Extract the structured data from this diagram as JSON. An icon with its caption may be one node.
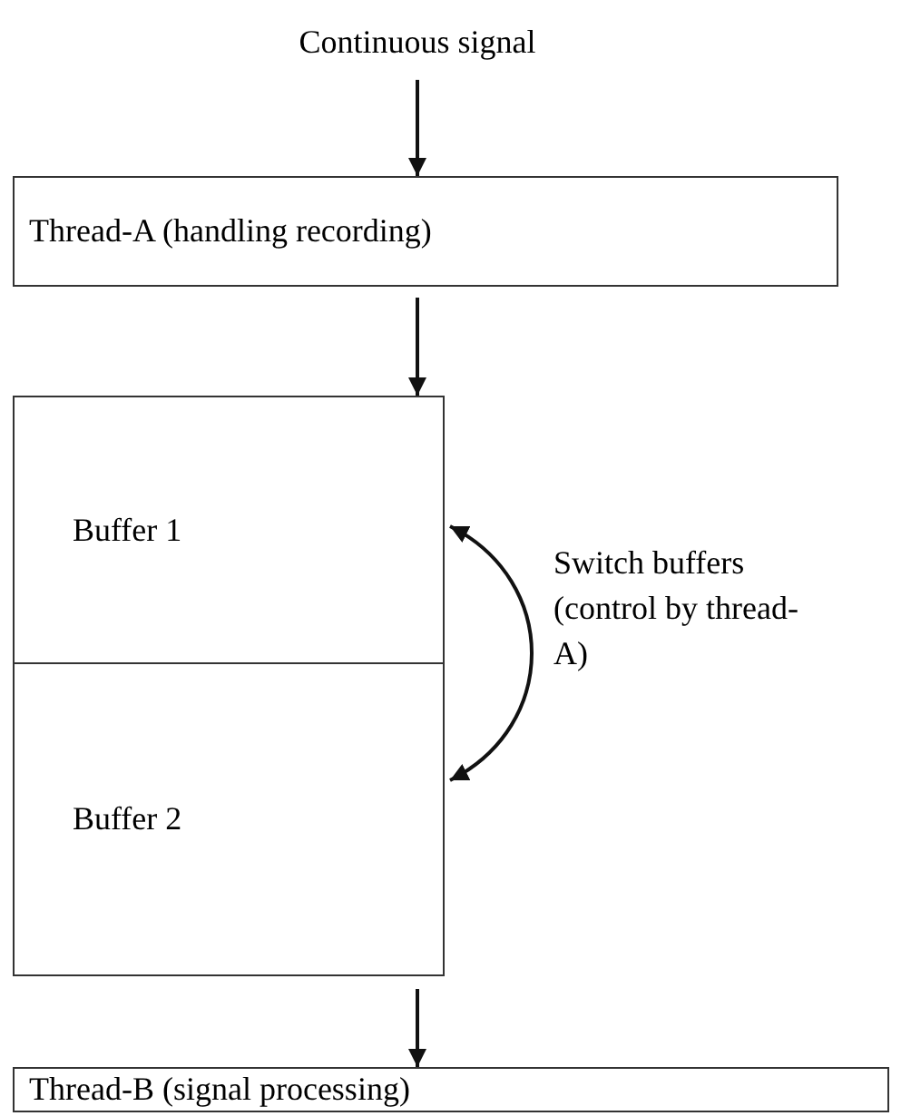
{
  "diagram": {
    "nodes": [
      {
        "text": [
          "Continuous signal"
        ]
      },
      {
        "text": [
          "Thread-A (handling recording)"
        ]
      },
      {
        "text": [
          "Buffer 1"
        ]
      },
      {
        "text": [
          "Buffer 2"
        ]
      },
      {
        "text": [
          "Thread-B (signal processing)"
        ]
      }
    ],
    "edges": [
      {
        "from": 0,
        "to": 1,
        "arrow": "to"
      },
      {
        "from": 1,
        "to": 2,
        "arrow": "to"
      },
      {
        "from": 2,
        "to": 3,
        "arrow": "both",
        "label": "Switch buffers (control by thread-A)"
      },
      {
        "from": 3,
        "to": 4,
        "arrow": "to"
      }
    ]
  }
}
